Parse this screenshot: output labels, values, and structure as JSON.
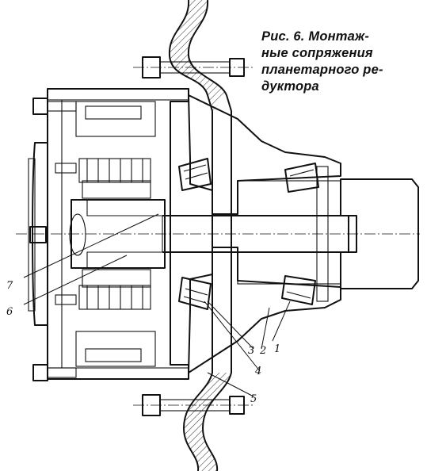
{
  "caption": {
    "lines": [
      "Рис. 6. Монтаж-",
      "ные сопряжения",
      "планетарного ре-",
      "дуктора"
    ]
  },
  "callouts": [
    "1",
    "2",
    "3",
    "4",
    "5",
    "6",
    "7"
  ],
  "colors": {
    "ink": "#111111",
    "paper": "#ffffff"
  }
}
